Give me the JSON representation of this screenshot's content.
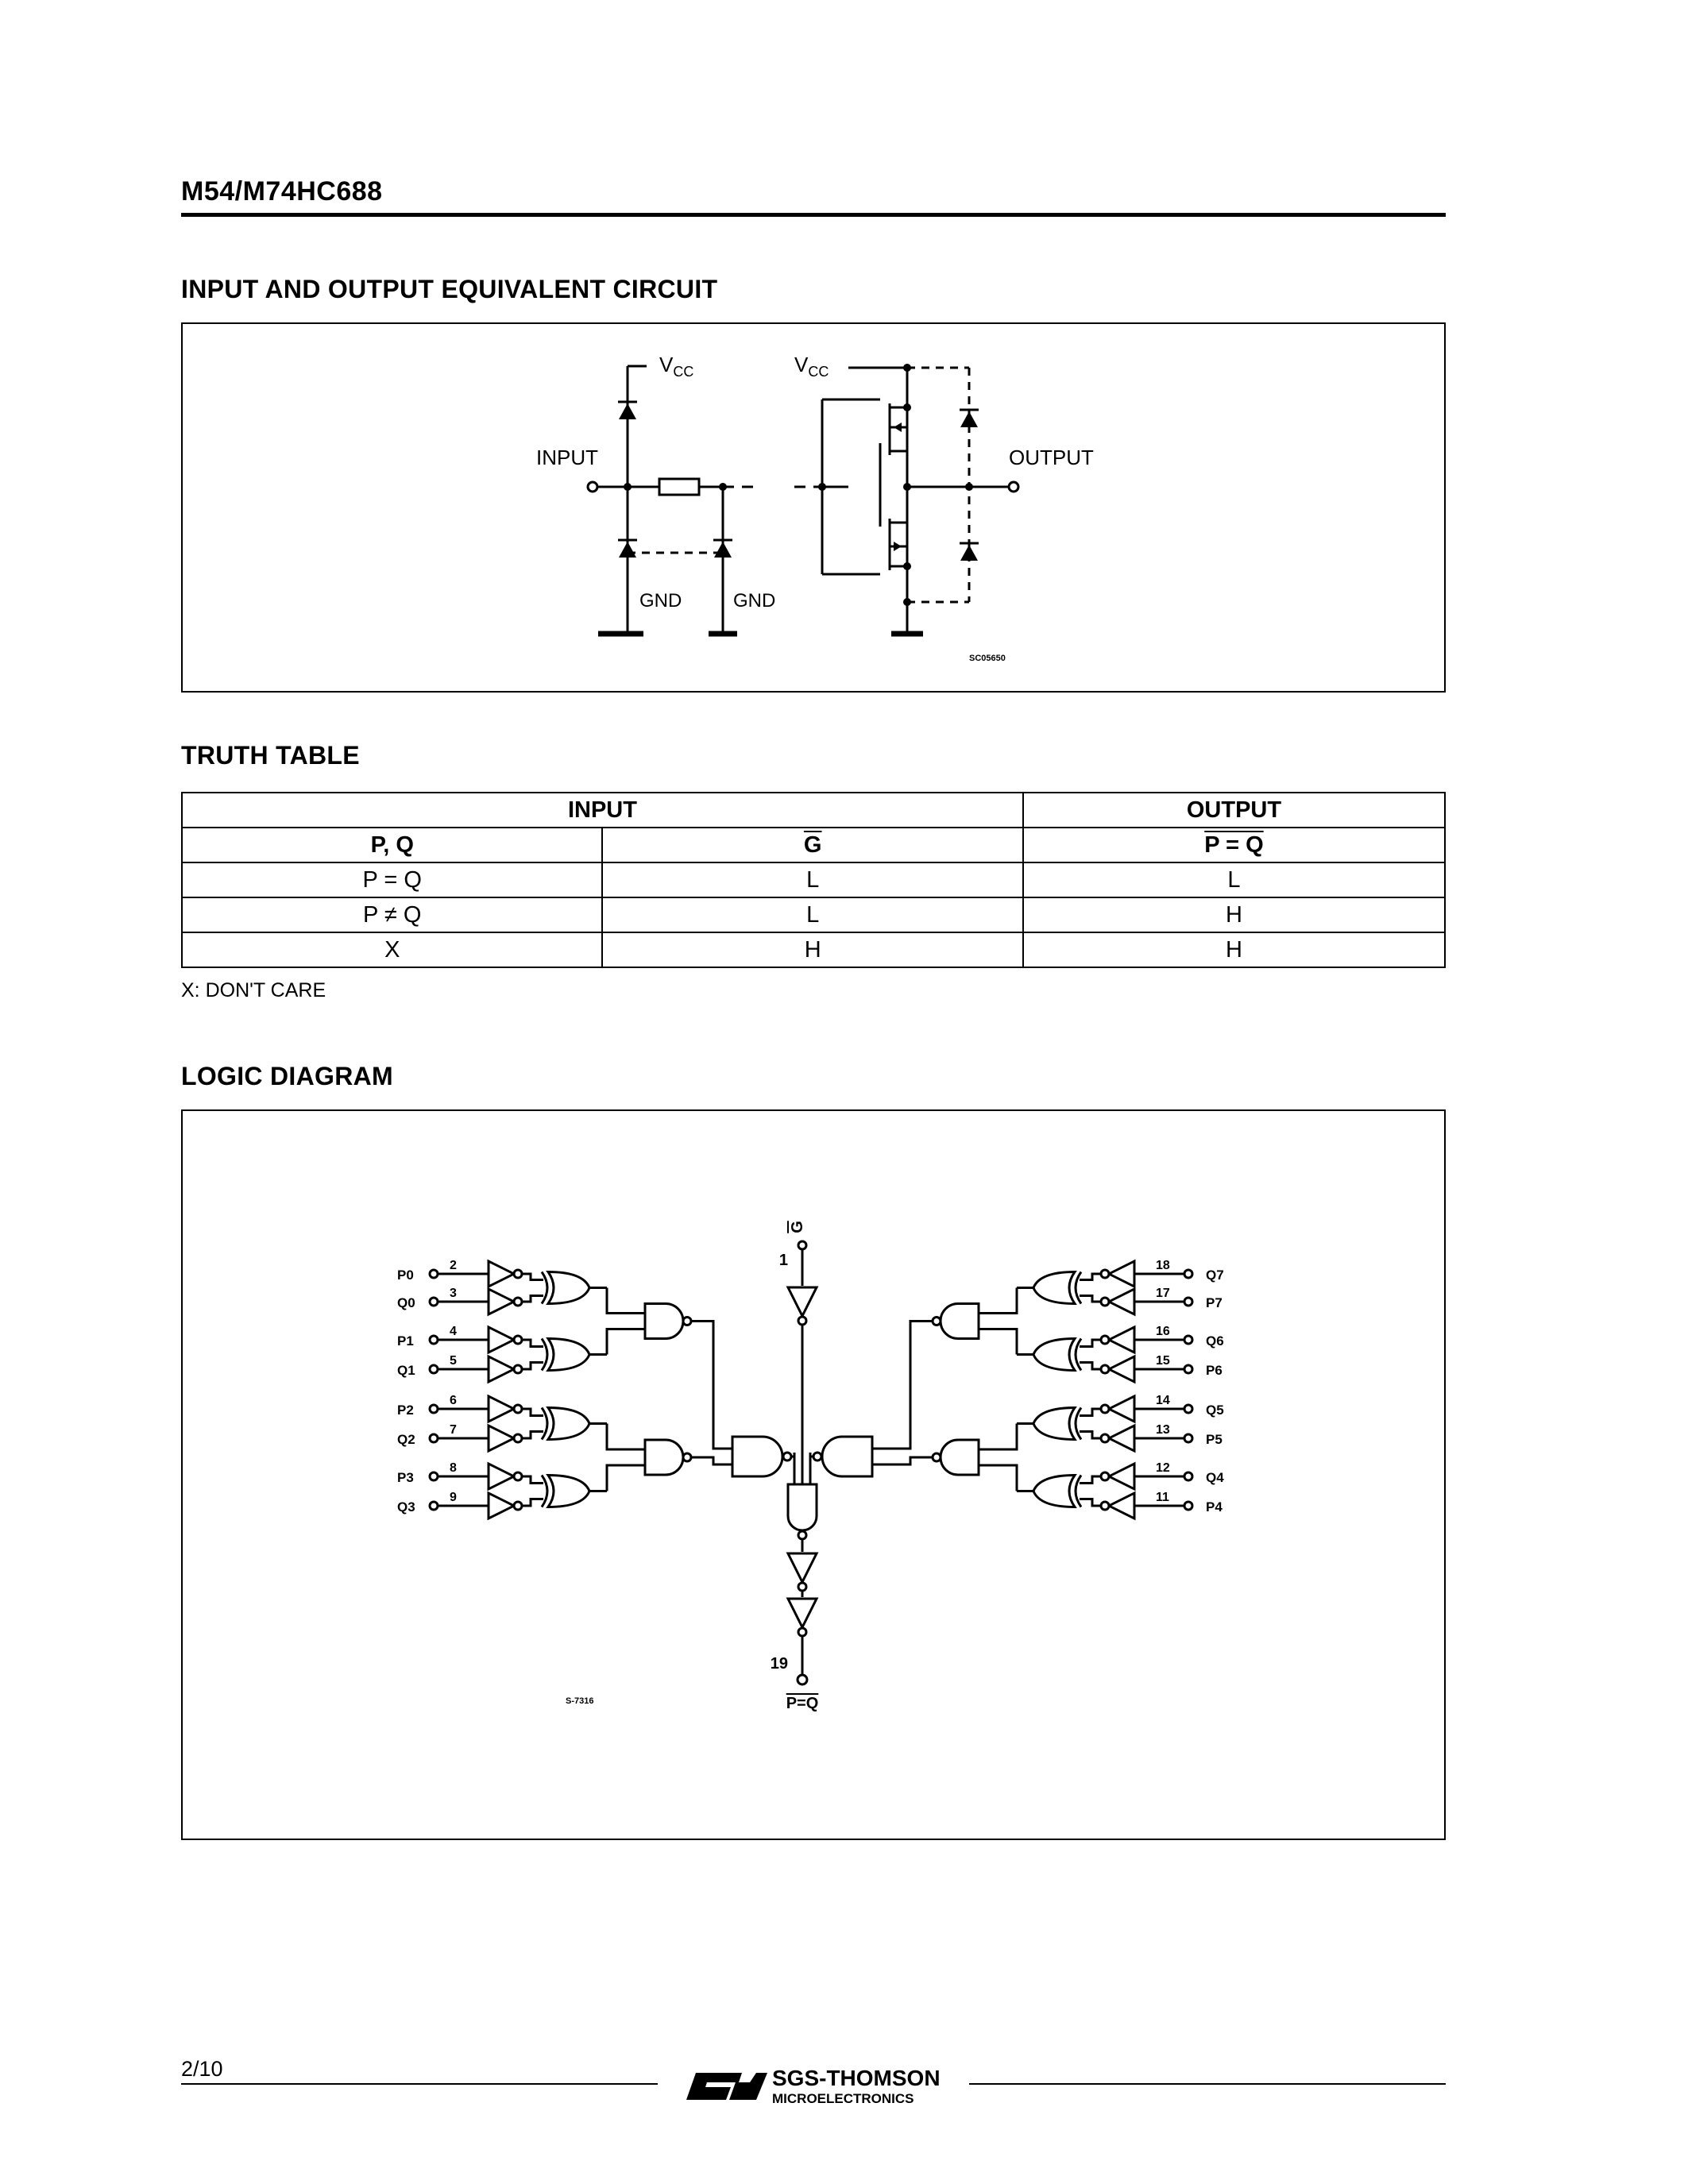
{
  "header": {
    "title": "M54/M74HC688"
  },
  "circuit": {
    "heading": "INPUT AND OUTPUT EQUIVALENT CIRCUIT",
    "labels": {
      "vcc_left": "V",
      "vcc_right": "V",
      "vcc_sub": "CC",
      "input": "INPUT",
      "output": "OUTPUT",
      "gnd1": "GND",
      "gnd2": "GND",
      "code": "SC05650"
    }
  },
  "truth_table": {
    "heading": "TRUTH TABLE",
    "group_headers": {
      "input": "INPUT",
      "output": "OUTPUT"
    },
    "col_headers": {
      "pq": "P, Q",
      "g": "G",
      "out": "P = Q"
    },
    "rows": [
      {
        "pq": "P = Q",
        "g": "L",
        "out": "L"
      },
      {
        "pq": "P ≠ Q",
        "g": "L",
        "out": "H"
      },
      {
        "pq": "X",
        "g": "H",
        "out": "H"
      }
    ],
    "note": "X: DON'T CARE"
  },
  "logic": {
    "heading": "LOGIC DIAGRAM",
    "g_label": "G",
    "g_pin": "1",
    "out_label": "P=Q",
    "out_pin": "19",
    "code": "S-7316",
    "left_inputs": [
      {
        "name": "P0",
        "pin": "2"
      },
      {
        "name": "Q0",
        "pin": "3"
      },
      {
        "name": "P1",
        "pin": "4"
      },
      {
        "name": "Q1",
        "pin": "5"
      },
      {
        "name": "P2",
        "pin": "6"
      },
      {
        "name": "Q2",
        "pin": "7"
      },
      {
        "name": "P3",
        "pin": "8"
      },
      {
        "name": "Q3",
        "pin": "9"
      }
    ],
    "right_inputs": [
      {
        "name": "Q7",
        "pin": "18"
      },
      {
        "name": "P7",
        "pin": "17"
      },
      {
        "name": "Q6",
        "pin": "16"
      },
      {
        "name": "P6",
        "pin": "15"
      },
      {
        "name": "Q5",
        "pin": "14"
      },
      {
        "name": "P5",
        "pin": "13"
      },
      {
        "name": "Q4",
        "pin": "12"
      },
      {
        "name": "P4",
        "pin": "11"
      }
    ]
  },
  "footer": {
    "page": "2/10",
    "brand_line1": "SGS-THOMSON",
    "brand_line2": "MICROELECTRONICS"
  }
}
